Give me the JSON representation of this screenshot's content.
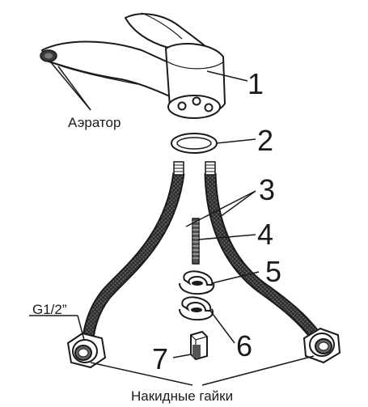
{
  "diagram": {
    "labels": {
      "part_1": "1",
      "part_2": "2",
      "part_3": "3",
      "part_4": "4",
      "part_5": "5",
      "part_6": "6",
      "part_7": "7",
      "aerator": "Аэратор",
      "thread": "G1/2”",
      "union_nuts": "Накидные гайки"
    },
    "colors": {
      "line": "#1a1a1a",
      "hose_fill": "#4a4a4a",
      "faucet_fill": "#ffffff"
    }
  }
}
